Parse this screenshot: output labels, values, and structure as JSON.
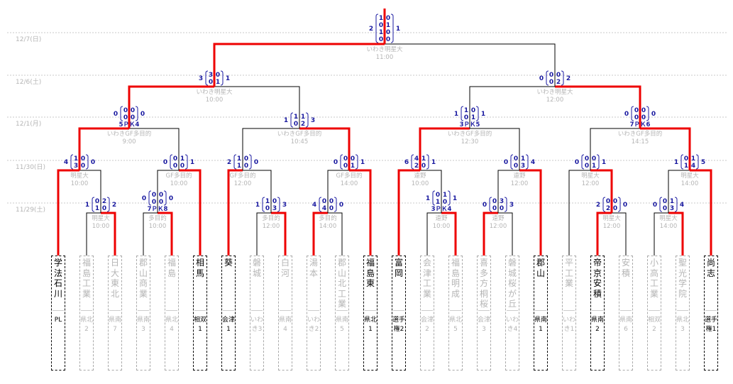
{
  "dates": [
    "12/7(日)",
    "12/6(土)",
    "12/1(月)",
    "11/30(日)",
    "11/29(土)"
  ],
  "teams": [
    {
      "name": "学法石川",
      "region": "PL",
      "winner": true
    },
    {
      "name": "福島工業",
      "region": "県北2",
      "winner": false
    },
    {
      "name": "日大東北",
      "region": "県南7",
      "winner": false
    },
    {
      "name": "郡山商業",
      "region": "県南3",
      "winner": false
    },
    {
      "name": "福島",
      "region": "県北4",
      "winner": false
    },
    {
      "name": "相馬",
      "region": "相双1",
      "winner": true
    },
    {
      "name": "葵",
      "region": "会津1",
      "winner": true
    },
    {
      "name": "磐城",
      "region": "いわき3",
      "winner": false
    },
    {
      "name": "白河",
      "region": "県南4",
      "winner": false
    },
    {
      "name": "湯本",
      "region": "いわき2",
      "winner": false
    },
    {
      "name": "郡山北工業",
      "region": "県南5",
      "winner": false
    },
    {
      "name": "福島東",
      "region": "県北1",
      "winner": true
    },
    {
      "name": "富岡",
      "region": "選手権2",
      "winner": true
    },
    {
      "name": "会津工業",
      "region": "会津2",
      "winner": false
    },
    {
      "name": "福島明成",
      "region": "県北5",
      "winner": false
    },
    {
      "name": "喜多方桐桜",
      "region": "会津3",
      "winner": false
    },
    {
      "name": "磐城桜が丘",
      "region": "いわき4",
      "winner": false
    },
    {
      "name": "郡山",
      "region": "県南1",
      "winner": true
    },
    {
      "name": "平工業",
      "region": "いわき1",
      "winner": false
    },
    {
      "name": "帝京安積",
      "region": "県南2",
      "winner": true
    },
    {
      "name": "安積",
      "region": "県南6",
      "winner": false
    },
    {
      "name": "小高工業",
      "region": "相双2",
      "winner": false
    },
    {
      "name": "聖光学院",
      "region": "県北3",
      "winner": false
    },
    {
      "name": "尚志",
      "region": "選手権1",
      "winner": true
    }
  ],
  "matches": {
    "m1": {
      "venue": "明星大",
      "time": "10:00",
      "score_l": "1",
      "score_r": "2",
      "half_l": [
        "0",
        "1"
      ],
      "half_r": [
        "2",
        "0"
      ],
      "pk": ""
    },
    "m2": {
      "venue": "多目的",
      "time": "10:00",
      "score_l": "0",
      "score_r": "0",
      "half_l": [
        "0",
        "0"
      ],
      "half_r": [
        "0",
        "0"
      ],
      "pk": "7ＰＫ8"
    },
    "m3": {
      "venue": "多目的",
      "time": "12:00",
      "score_l": "1",
      "score_r": "3",
      "half_l": [
        "1",
        "0"
      ],
      "half_r": [
        "0",
        "3"
      ],
      "pk": ""
    },
    "m4": {
      "venue": "多目的",
      "time": "14:00",
      "score_l": "4",
      "score_r": "0",
      "half_l": [
        "0",
        "4"
      ],
      "half_r": [
        "0",
        "0"
      ],
      "pk": ""
    },
    "m5": {
      "venue": "遠野",
      "time": "10:00",
      "score_l": "1",
      "score_r": "1",
      "half_l": [
        "0",
        "1"
      ],
      "half_r": [
        "1",
        "0"
      ],
      "pk": "3ＰＫ4"
    },
    "m6": {
      "venue": "遠野",
      "time": "12:00",
      "score_l": "0",
      "score_r": "3",
      "half_l": [
        "0",
        "0"
      ],
      "half_r": [
        "3",
        "0"
      ],
      "pk": ""
    },
    "m7": {
      "venue": "明星大",
      "time": "12:00",
      "score_l": "2",
      "score_r": "0",
      "half_l": [
        "0",
        "2"
      ],
      "half_r": [
        "0",
        "0"
      ],
      "pk": ""
    },
    "m8": {
      "venue": "明星大",
      "time": "14:00",
      "score_l": "0",
      "score_r": "4",
      "half_l": [
        "0",
        "0"
      ],
      "half_r": [
        "1",
        "3"
      ],
      "pk": ""
    },
    "m9": {
      "venue": "明星大",
      "time": "10:00",
      "score_l": "4",
      "score_r": "0",
      "half_l": [
        "1",
        "3"
      ],
      "half_r": [
        "0",
        "0"
      ],
      "pk": ""
    },
    "m10": {
      "venue": "GF多目的",
      "time": "10:00",
      "score_l": "0",
      "score_r": "1",
      "half_l": [
        "0",
        "0"
      ],
      "half_r": [
        "1",
        "0"
      ],
      "pk": ""
    },
    "m11": {
      "venue": "GF多目的",
      "time": "12:00",
      "score_l": "2",
      "score_r": "0",
      "half_l": [
        "1",
        "1"
      ],
      "half_r": [
        "0",
        "0"
      ],
      "pk": ""
    },
    "m12": {
      "venue": "GF多目的",
      "time": "14:00",
      "score_l": "0",
      "score_r": "1",
      "half_l": [
        "0",
        "0"
      ],
      "half_r": [
        "0",
        "1"
      ],
      "pk": ""
    },
    "m13": {
      "venue": "遠野",
      "time": "10:00",
      "score_l": "6",
      "score_r": "1",
      "half_l": [
        "4",
        "2"
      ],
      "half_r": [
        "1",
        "0"
      ],
      "pk": ""
    },
    "m14": {
      "venue": "遠野",
      "time": "12:00",
      "score_l": "0",
      "score_r": "4",
      "half_l": [
        "0",
        "0"
      ],
      "half_r": [
        "1",
        "3"
      ],
      "pk": ""
    },
    "m15": {
      "venue": "明星大",
      "time": "12:00",
      "score_l": "0",
      "score_r": "1",
      "half_l": [
        "0",
        "0"
      ],
      "half_r": [
        "0",
        "1"
      ],
      "pk": ""
    },
    "m16": {
      "venue": "明星大",
      "time": "14:00",
      "score_l": "1",
      "score_r": "5",
      "half_l": [
        "0",
        "1"
      ],
      "half_r": [
        "1",
        "4"
      ],
      "pk": ""
    },
    "m17": {
      "venue": "いわきGF多目的",
      "time": "9:00",
      "score_l": "0",
      "score_r": "0",
      "half_l": [
        "0",
        "0"
      ],
      "half_r": [
        "0",
        "0"
      ],
      "pk": "5ＰＫ4"
    },
    "m18": {
      "venue": "いわきGF多目的",
      "time": "10:45",
      "score_l": "1",
      "score_r": "3",
      "half_l": [
        "1",
        "0"
      ],
      "half_r": [
        "1",
        "2"
      ],
      "pk": ""
    },
    "m19": {
      "venue": "いわきGF多目的",
      "time": "12:30",
      "score_l": "1",
      "score_r": "1",
      "half_l": [
        "1",
        "0"
      ],
      "half_r": [
        "0",
        "1"
      ],
      "pk": "3ＰＫ5"
    },
    "m20": {
      "venue": "いわきGF多目的",
      "time": "14:15",
      "score_l": "0",
      "score_r": "0",
      "half_l": [
        "0",
        "0"
      ],
      "half_r": [
        "0",
        "0"
      ],
      "pk": "7ＰＫ6"
    },
    "m21": {
      "venue": "いわき明星大",
      "time": "10:00",
      "score_l": "3",
      "score_r": "1",
      "half_l": [
        "3",
        "0"
      ],
      "half_r": [
        "0",
        "1"
      ],
      "pk": ""
    },
    "m22": {
      "venue": "いわき明星大",
      "time": "12:00",
      "score_l": "0",
      "score_r": "2",
      "half_l": [
        "0",
        "0"
      ],
      "half_r": [
        "0",
        "2"
      ],
      "pk": ""
    },
    "m23": {
      "venue": "いわき明星大",
      "time": "11:00",
      "score_l": "2",
      "score_r": "1",
      "half_l": [
        "1",
        "0",
        "1",
        "0"
      ],
      "half_r": [
        "0",
        "1",
        "0",
        "0"
      ],
      "pk": ""
    }
  },
  "colors": {
    "win_line": "#ee0000",
    "lose_line": "#000000",
    "score": "#1a1aa0",
    "muted": "#b5b5b5",
    "date_line": "#c8c8c8"
  }
}
